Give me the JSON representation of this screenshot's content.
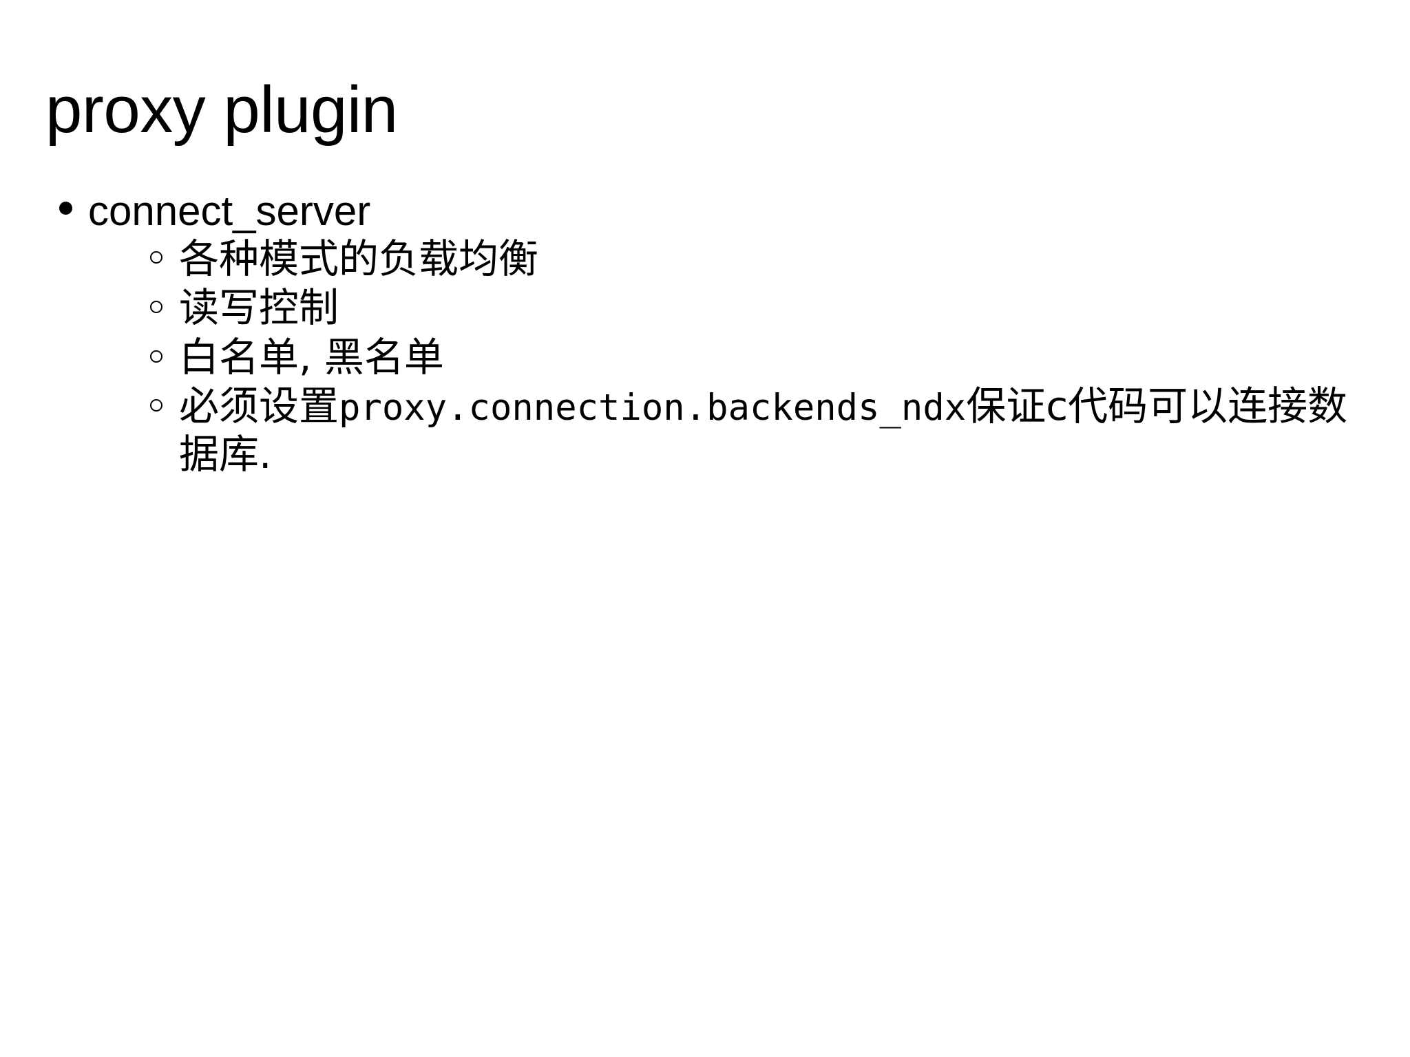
{
  "slide": {
    "title": "proxy plugin",
    "background_color": "#ffffff",
    "text_color": "#000000"
  },
  "outline": {
    "level1": {
      "bullet_glyph": "filled-disc",
      "label": "connect_server"
    },
    "level2_bullet_glyph": "hollow-circle",
    "items": [
      {
        "id": "load-balance",
        "text": "各种模式的负载均衡"
      },
      {
        "id": "read-write-split",
        "text": "读写控制"
      },
      {
        "id": "white-black-list",
        "text": "白名单, 黑名单"
      },
      {
        "id": "backends-ndx",
        "prefix": "必须设置",
        "code": "proxy.connection.backends_ndx",
        "suffix": "保证c代码可以连接数据库."
      }
    ]
  }
}
